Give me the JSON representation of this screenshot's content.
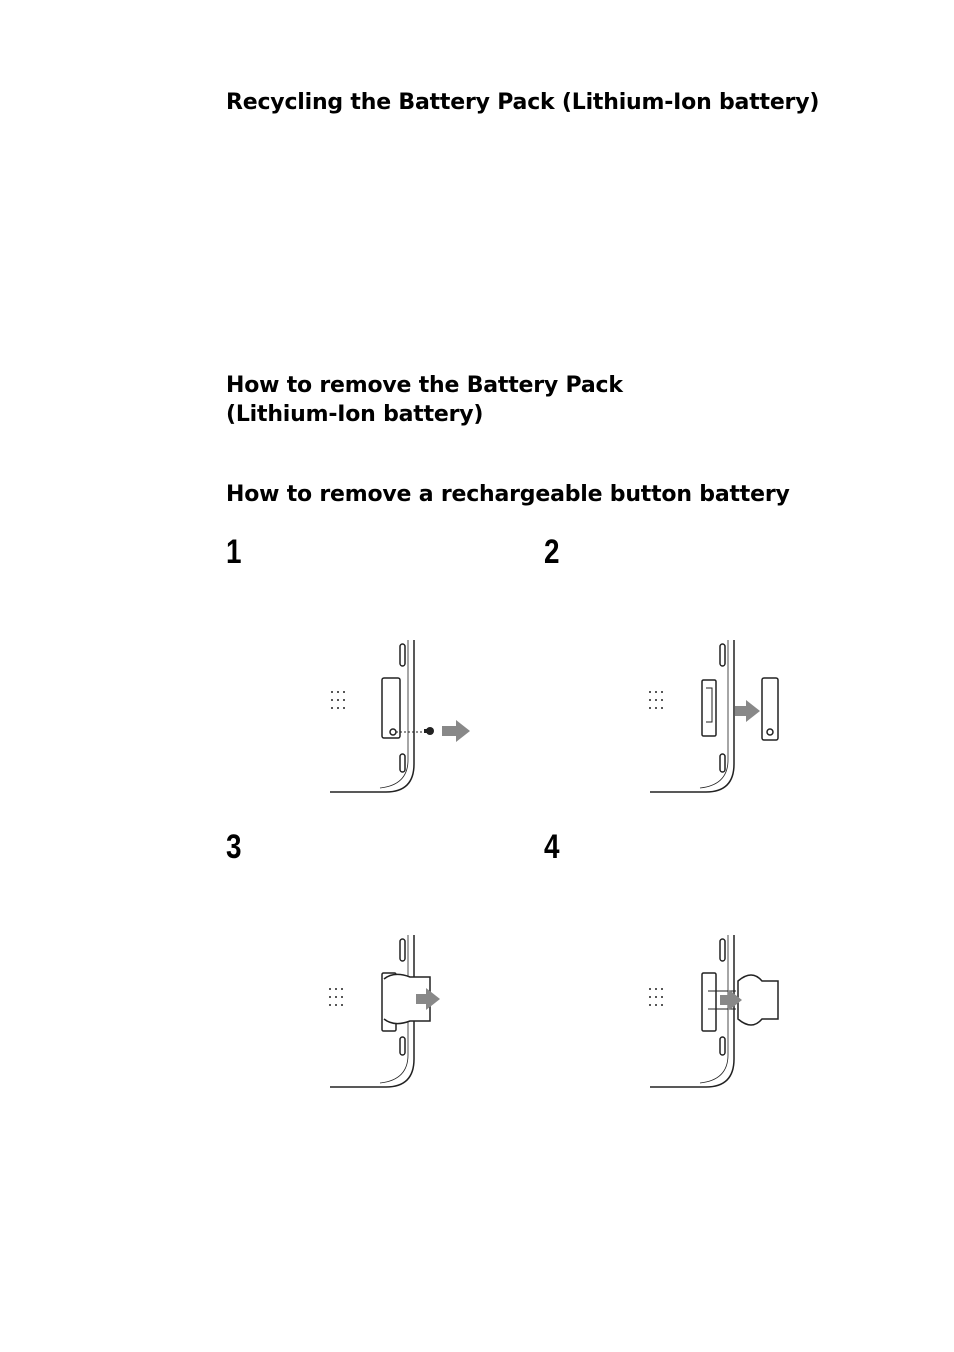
{
  "headings": {
    "recycling": "Recycling the Battery Pack (Lithium-Ion battery)",
    "remove_pack_line1": "How to remove the Battery Pack",
    "remove_pack_line2": "(Lithium-Ion battery)",
    "remove_button": "How to remove a rechargeable button battery"
  },
  "steps": [
    {
      "number": "1",
      "figure": "remove-screw"
    },
    {
      "number": "2",
      "figure": "remove-cover"
    },
    {
      "number": "3",
      "figure": "pull-battery-holder"
    },
    {
      "number": "4",
      "figure": "remove-button-battery"
    }
  ],
  "colors": {
    "text": "#000000",
    "arrow": "#888888",
    "line": "#222222"
  }
}
